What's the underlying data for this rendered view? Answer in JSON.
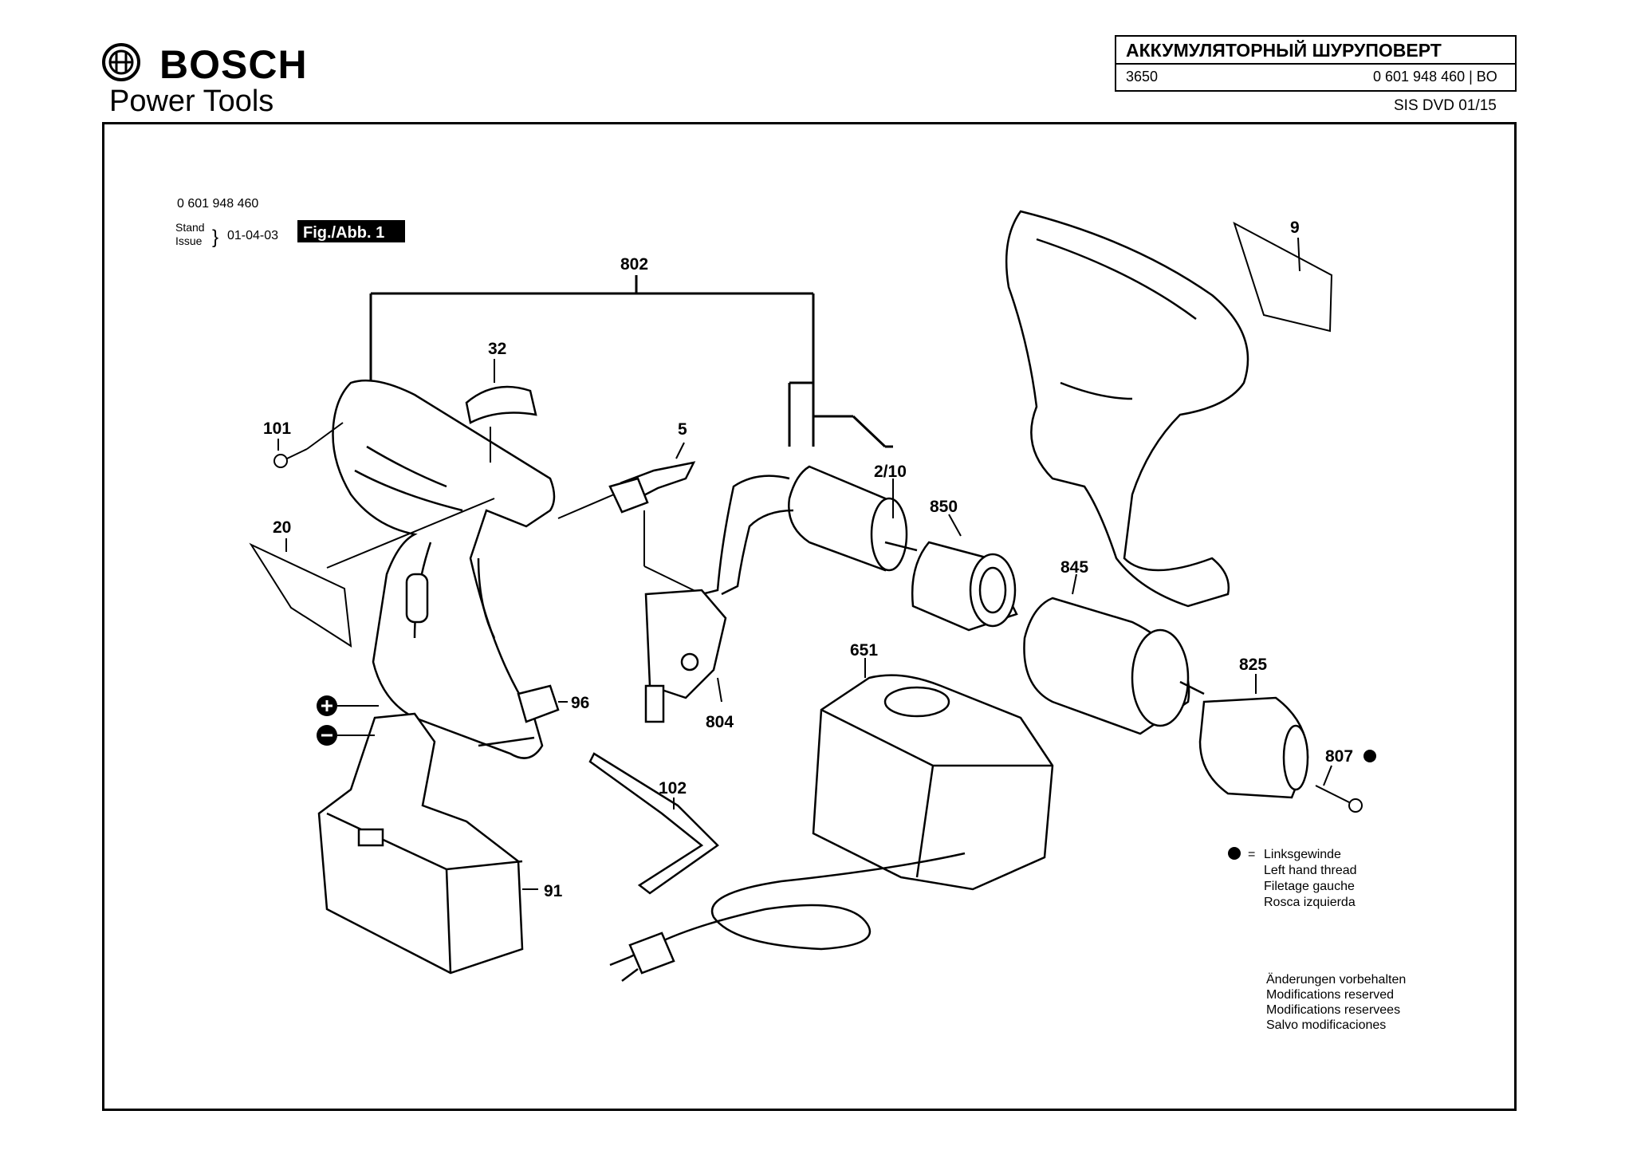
{
  "header": {
    "brand": "BOSCH",
    "division": "Power Tools",
    "title": "АККУМУЛЯТОРНЫЙ ШУРУПОВЕРТ",
    "model": "3650",
    "part_number": "0 601 948 460 | BO",
    "dvd": "SIS DVD 01/15"
  },
  "sheet": {
    "part_number": "0 601 948 460",
    "stand": "Stand",
    "issue": "Issue",
    "date": "01-04-03",
    "figure": "Fig./Abb. 1"
  },
  "labels": {
    "l802": "802",
    "l32": "32",
    "l101": "101",
    "l5": "5",
    "l210": "2/10",
    "l850": "850",
    "l845": "845",
    "l9": "9",
    "l20": "20",
    "l96": "96",
    "l804": "804",
    "l651": "651",
    "l825": "825",
    "l807": "807",
    "l102": "102",
    "l91": "91"
  },
  "legend": {
    "eq": "=",
    "de": "Linksgewinde",
    "en": "Left hand thread",
    "fr": "Filetage gauche",
    "es": "Rosca izquierda"
  },
  "modifications": {
    "de": "Änderungen vorbehalten",
    "en": "Modifications reserved",
    "fr": "Modifications reservees",
    "es": "Salvo modificaciones"
  }
}
